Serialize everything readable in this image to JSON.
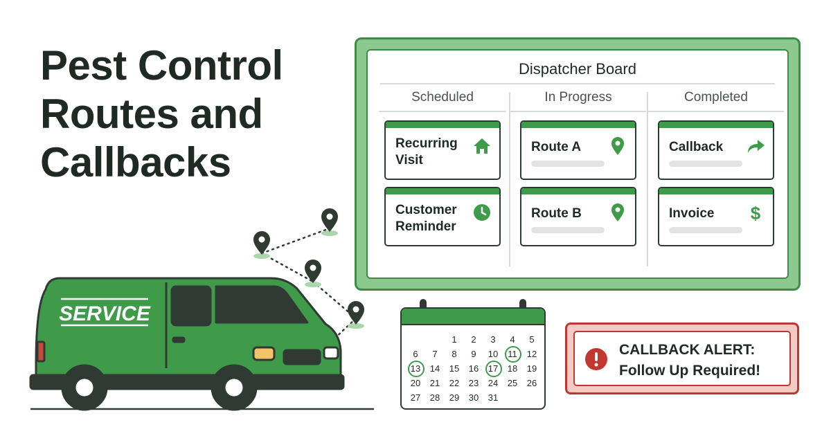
{
  "title": {
    "lines": [
      "Pest Control",
      "Routes and",
      "Callbacks"
    ]
  },
  "van": {
    "label": "SERVICE",
    "body_color": "#3f9a4a"
  },
  "board": {
    "title": "Dispatcher Board",
    "columns": [
      {
        "header": "Scheduled",
        "cards": [
          {
            "label_lines": [
              "Recurring",
              "Visit"
            ],
            "icon": "home-icon"
          },
          {
            "label_lines": [
              "Customer",
              "Reminder"
            ],
            "icon": "clock-icon"
          }
        ]
      },
      {
        "header": "In Progress",
        "cards": [
          {
            "label_lines": [
              "Route A"
            ],
            "icon": "map-pin-icon"
          },
          {
            "label_lines": [
              "Route B"
            ],
            "icon": "map-pin-icon"
          }
        ]
      },
      {
        "header": "Completed",
        "cards": [
          {
            "label_lines": [
              "Callback"
            ],
            "icon": "forward-arrow-icon"
          },
          {
            "label_lines": [
              "Invoice"
            ],
            "icon": "dollar-icon"
          }
        ]
      }
    ]
  },
  "calendar": {
    "days": [
      "",
      "",
      "1",
      "2",
      "3",
      "4",
      "5",
      "6",
      "7",
      "8",
      "9",
      "10",
      "11",
      "12",
      "13",
      "14",
      "15",
      "16",
      "17",
      "18",
      "19",
      "20",
      "21",
      "22",
      "23",
      "24",
      "25",
      "26",
      "27",
      "28",
      "29",
      "30",
      "31",
      "",
      ""
    ],
    "highlighted": [
      "11",
      "13",
      "17"
    ]
  },
  "alert": {
    "line1": "CALLBACK ALERT:",
    "line2": "Follow Up Required!",
    "icon": "exclamation-icon"
  },
  "colors": {
    "accent_green": "#3f9a4a",
    "board_border": "#8cc98f",
    "alert_red": "#b83a33",
    "ink": "#1f2a24"
  }
}
